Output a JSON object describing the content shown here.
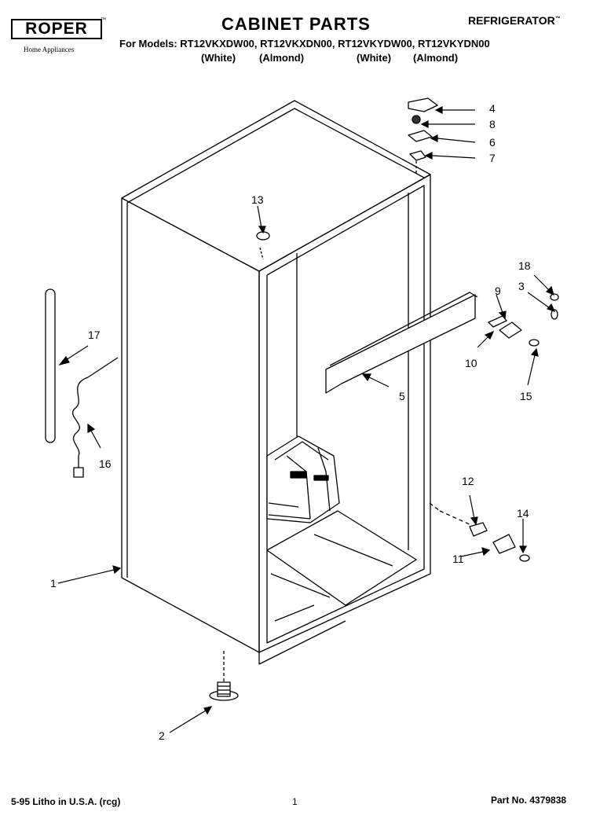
{
  "header": {
    "brand": "ROPER",
    "brand_tm": "™",
    "brand_sub": "Home Appliances",
    "title": "CABINET PARTS",
    "appliance": "REFRIGERATOR",
    "appliance_tm": "™",
    "models_line": "For Models: RT12VKXDW00, RT12VKXDN00, RT12VKYDW00, RT12VKYDN00",
    "colors": [
      "(White)",
      "(Almond)",
      "(White)",
      "(Almond)"
    ]
  },
  "callouts": [
    "1",
    "2",
    "3",
    "4",
    "5",
    "6",
    "7",
    "8",
    "9",
    "10",
    "11",
    "12",
    "13",
    "14",
    "15",
    "16",
    "17",
    "18"
  ],
  "footer": {
    "print_info": "5-95 Litho in U.S.A. (rcg)",
    "page_number": "1",
    "part_number": "Part No. 4379838"
  }
}
